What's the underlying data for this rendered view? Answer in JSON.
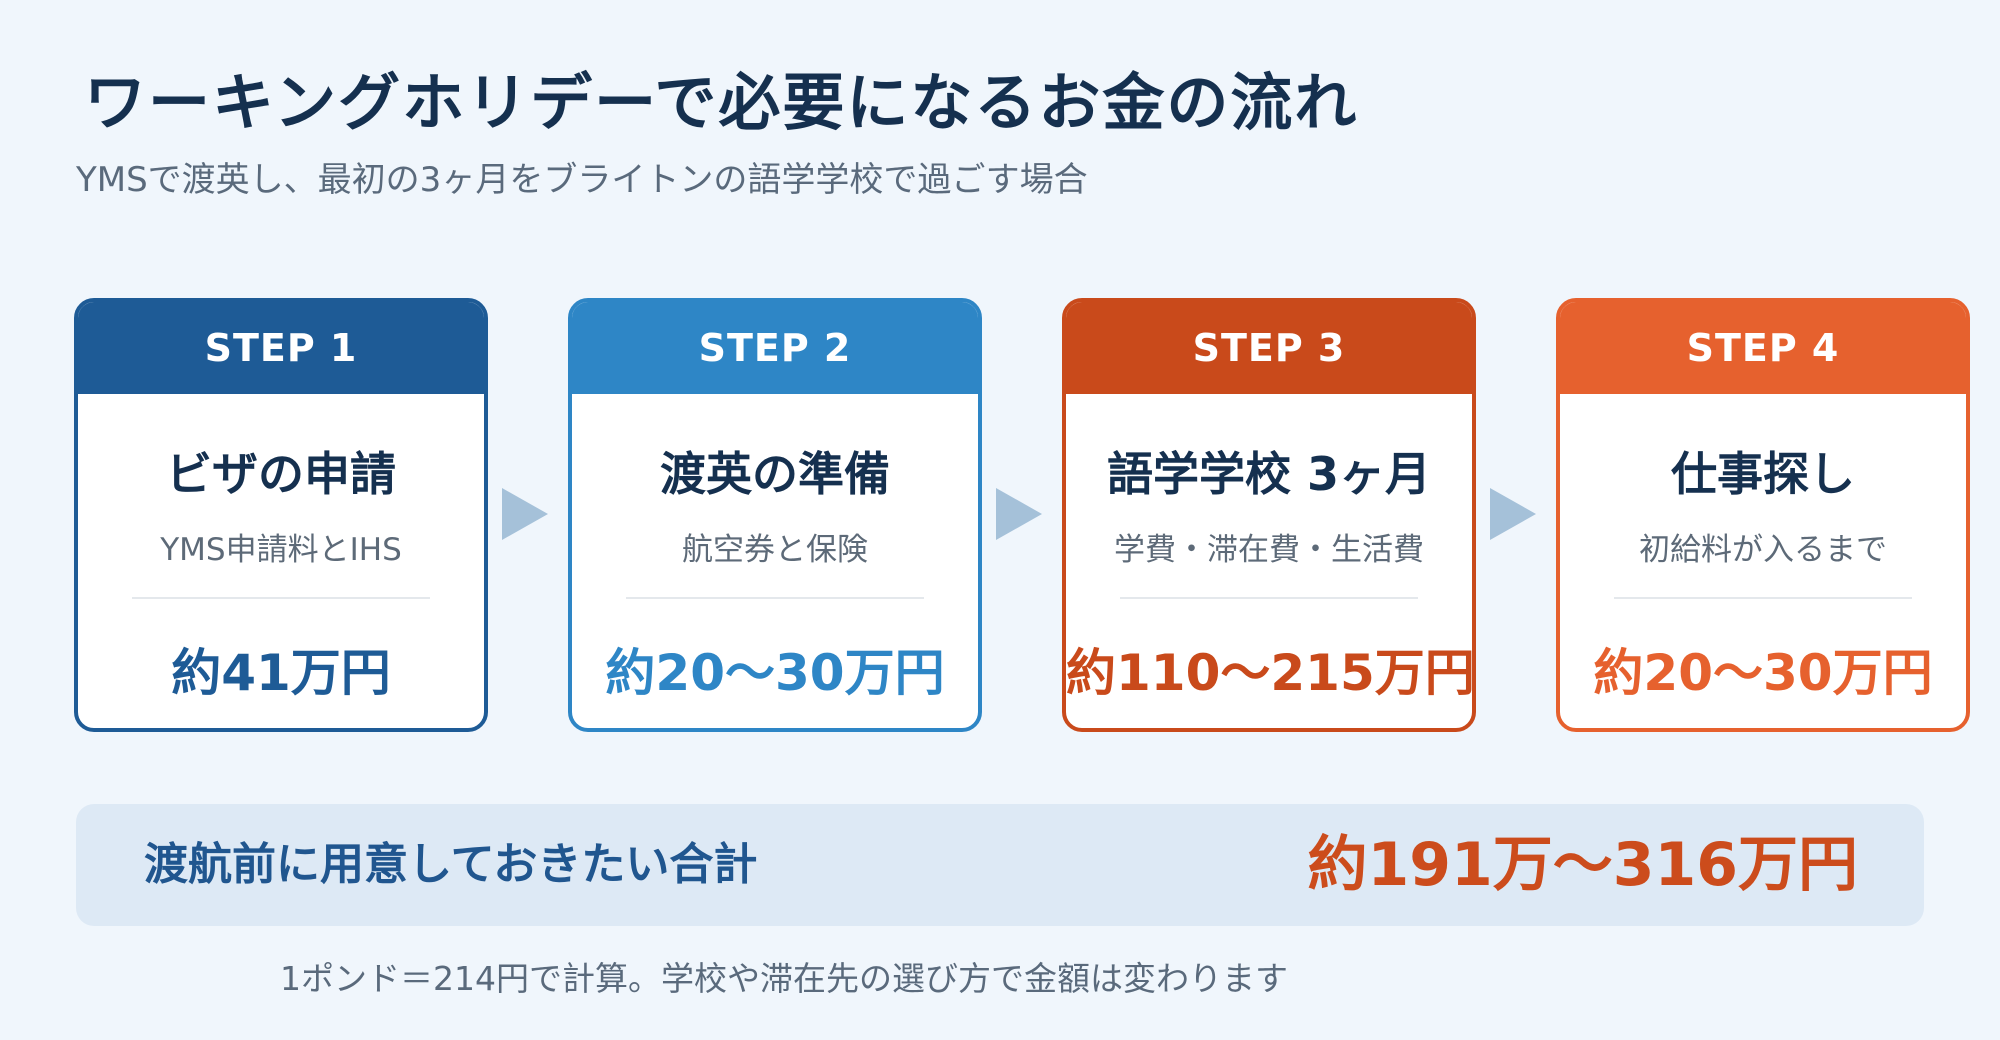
{
  "title": "ワーキングホリデーで必要になるお金の流れ",
  "subtitle": "YMSで渡英し、最初の3ヶ月をブライトンの語学学校で過ごす場合",
  "colors": {
    "background": "#f0f6fc",
    "step1": "#1e5b96",
    "step2": "#2e86c6",
    "step3": "#c94a1b",
    "step4": "#e6612e",
    "arrow": "#a5c1d9",
    "total_bg": "#dde9f5",
    "total_label": "#20568f",
    "total_value": "#cc4c1c"
  },
  "steps": [
    {
      "label": "STEP 1",
      "name": "ビザの申請",
      "desc": "YMS申請料とIHS",
      "amount": "約41万円"
    },
    {
      "label": "STEP 2",
      "name": "渡英の準備",
      "desc": "航空券と保険",
      "amount": "約20〜30万円"
    },
    {
      "label": "STEP 3",
      "name": "語学学校 3ヶ月",
      "desc": "学費・滞在費・生活費",
      "amount": "約110〜215万円"
    },
    {
      "label": "STEP 4",
      "name": "仕事探し",
      "desc": "初給料が入るまで",
      "amount": "約20〜30万円"
    }
  ],
  "total": {
    "label": "渡航前に用意しておきたい合計",
    "value": "約191万〜316万円"
  },
  "note": "1ポンド＝214円で計算。学校や滞在先の選び方で金額は変わります"
}
